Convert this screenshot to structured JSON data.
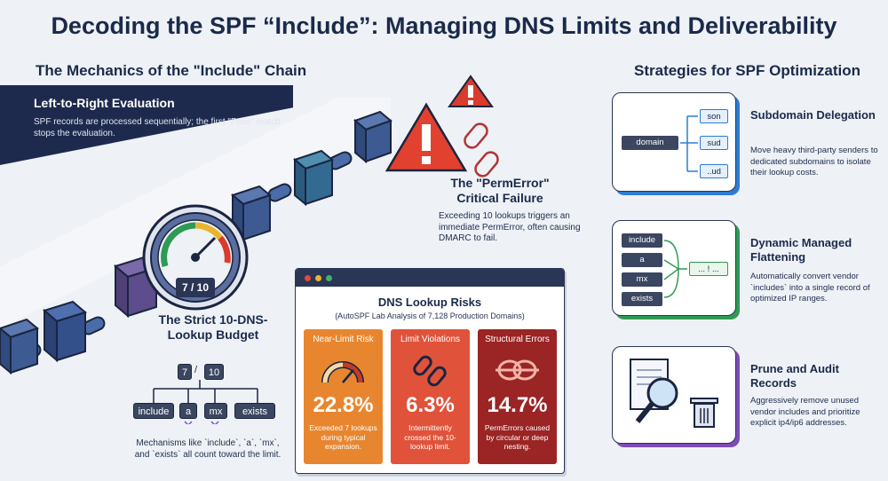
{
  "title": "Decoding the SPF “Include”: Managing DNS Limits and Deliverability",
  "left_section": {
    "heading": "The Mechanics of the \"Include\" Chain",
    "evaluation": {
      "title": "Left-to-Right Evaluation",
      "body": "SPF records are processed sequentially; the first \"Pass\" match stops the evaluation."
    },
    "permerror": {
      "title": "The \"PermError\" Critical Failure",
      "body": "Exceeding 10 lookups triggers an immediate PermError, often causing DMARC to fail."
    },
    "gauge_value": "7 / 10",
    "budget": {
      "title": "The Strict 10-DNS-Lookup Budget",
      "counter_a": "7",
      "counter_sep": "/",
      "counter_b": "10",
      "mechanisms": [
        "include",
        "a",
        "mx",
        "exists"
      ],
      "body": "Mechanisms like `include`, `a`, `mx`, and `exists` all count toward the limit."
    }
  },
  "risk_panel": {
    "title": "DNS Lookup Risks",
    "subtitle": "(AutoSPF Lab Analysis of 7,128 Production Domains)",
    "cards": [
      {
        "label": "Near-Limit Risk",
        "value": "22.8%",
        "desc": "Exceeded 7 lookups during typical expansion.",
        "color": "#e8862f",
        "icon": "gauge-icon"
      },
      {
        "label": "Limit Violations",
        "value": "6.3%",
        "desc": "Intermittently crossed the 10-lookup limit.",
        "color": "#e0533a",
        "icon": "broken-chain-icon"
      },
      {
        "label": "Structural Errors",
        "value": "14.7%",
        "desc": "PermErrors caused by circular or deep nesting.",
        "color": "#9b2424",
        "icon": "knot-icon"
      }
    ]
  },
  "right_section": {
    "heading": "Strategies for SPF Optimization",
    "strategies": [
      {
        "title": "Subdomain Delegation",
        "body": "Move heavy third-party senders to dedicated subdomains to isolate their lookup costs.",
        "accent": "#2e7bd6"
      },
      {
        "title": "Dynamic Managed Flattening",
        "body": "Automatically convert vendor `includes` into a single record of optimized IP ranges.",
        "accent": "#2f9a55"
      },
      {
        "title": "Prune and Audit Records",
        "body": "Aggressively remove unused vendor includes and prioritize explicit ip4/ip6 addresses.",
        "accent": "#7e4bb8"
      }
    ],
    "subdomain_diagram": {
      "root": "domain",
      "children": [
        "son",
        "sud",
        "..ud"
      ]
    },
    "flatten_diagram": {
      "inputs": [
        "include",
        "a",
        "mx",
        "exists"
      ],
      "output": "... ! ..."
    }
  }
}
